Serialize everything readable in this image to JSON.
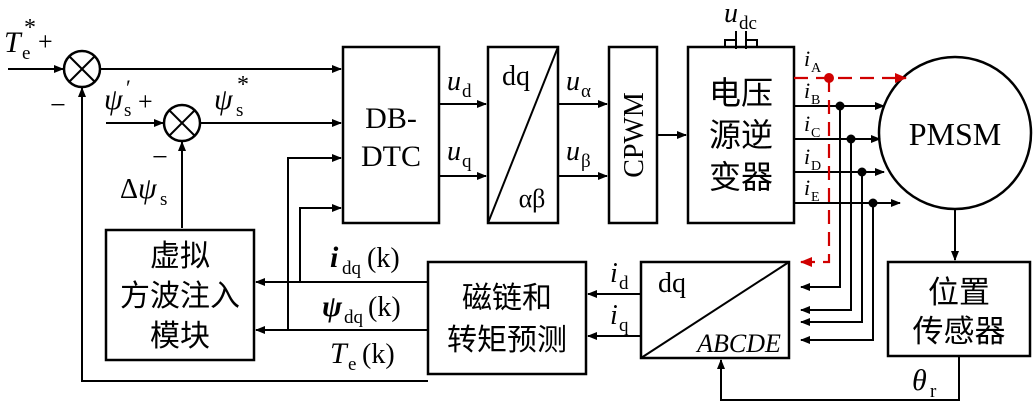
{
  "blocks": {
    "db_dtc": [
      "DB-",
      "DTC"
    ],
    "transform_top": "dq",
    "transform_bottom": "αβ",
    "cpwm": "CPWM",
    "vsi": [
      "电压",
      "源逆",
      "变器"
    ],
    "pmsm": "PMSM",
    "sensor": [
      "位置",
      "传感器"
    ],
    "virtual": [
      "虚拟",
      "方波注入",
      "模块"
    ],
    "predict": [
      "磁链和",
      "转矩预测"
    ],
    "dq_abcde_top": "dq",
    "dq_abcde_bottom": "ABCDE"
  },
  "signals": {
    "te_ref": "T",
    "te_ref_sub": "e",
    "psi": "ψ",
    "psi_sub": "s",
    "delta": "Δ",
    "u_d": "u",
    "u_d_sub": "d",
    "u_q": "u",
    "u_q_sub": "q",
    "u_alpha": "u",
    "u_alpha_sub": "α",
    "u_beta": "u",
    "u_beta_sub": "β",
    "udc": "u",
    "udc_sub": "dc",
    "i": "i",
    "phase_a": "A",
    "phase_b": "B",
    "phase_c": "C",
    "phase_d": "D",
    "phase_e": "E",
    "id_sub": "d",
    "iq_sub": "q",
    "idq": "i",
    "dq_sub": "dq",
    "k_arg": "(k)",
    "te_k": "T",
    "te_k_sub": "e",
    "theta": "θ",
    "theta_sub": "r",
    "plus": "+",
    "minus": "−",
    "star": "*",
    "prime": "′"
  }
}
